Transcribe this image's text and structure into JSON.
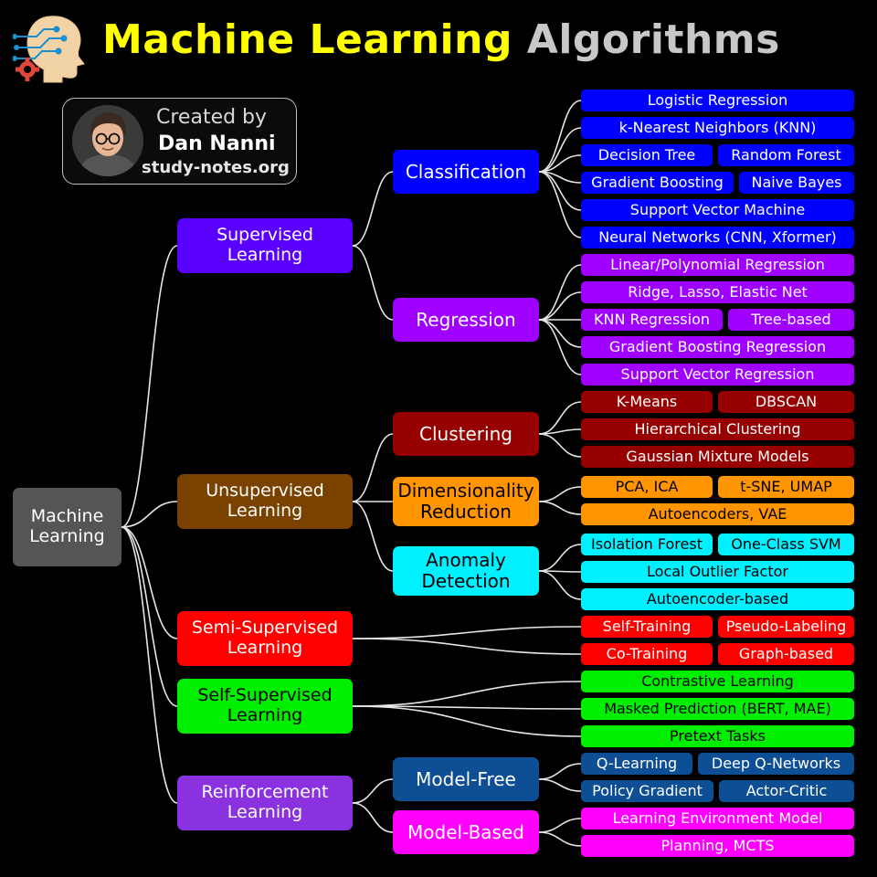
{
  "title": {
    "part1": "Machine Learning",
    "part2": "Algorithms"
  },
  "credit": {
    "line1": "Created by",
    "line2": "Dan Nanni",
    "line3": "study-notes.org"
  },
  "root": "Machine\nLearning",
  "colors": {
    "supervised": "#5a00ff",
    "classification": "#0000ff",
    "regression": "#a000ff",
    "unsupervised": "#7a4200",
    "clustering": "#960000",
    "dimensionality": "#ff9500",
    "anomaly": "#00f0ff",
    "semi": "#ff0000",
    "self": "#00ee00",
    "reinforcement": "#8a32e0",
    "model_free": "#0e4e94",
    "model_based": "#ff00ff",
    "root": "#555555"
  },
  "categories": {
    "supervised": "Supervised\nLearning",
    "unsupervised": "Unsupervised\nLearning",
    "semi": "Semi-Supervised\nLearning",
    "self": "Self-Supervised\nLearning",
    "reinforcement": "Reinforcement\nLearning"
  },
  "subcategories": {
    "classification": "Classification",
    "regression": "Regression",
    "clustering": "Clustering",
    "dimensionality": "Dimensionality\nReduction",
    "anomaly": "Anomaly\nDetection",
    "model_free": "Model-Free",
    "model_based": "Model-Based"
  },
  "leaves": {
    "c1": "Logistic Regression",
    "c2": "k-Nearest Neighbors (KNN)",
    "c3a": "Decision Tree",
    "c3b": "Random Forest",
    "c4a": "Gradient Boosting",
    "c4b": "Naive Bayes",
    "c5": "Support Vector Machine",
    "c6": "Neural Networks (CNN, Xformer)",
    "r1": "Linear/Polynomial Regression",
    "r2": "Ridge, Lasso, Elastic Net",
    "r3a": "KNN Regression",
    "r3b": "Tree-based",
    "r4": "Gradient Boosting Regression",
    "r5": "Support Vector Regression",
    "k1a": "K-Means",
    "k1b": "DBSCAN",
    "k2": "Hierarchical Clustering",
    "k3": "Gaussian Mixture Models",
    "d1a": "PCA, ICA",
    "d1b": "t-SNE, UMAP",
    "d2": "Autoencoders, VAE",
    "a1a": "Isolation Forest",
    "a1b": "One-Class SVM",
    "a2": "Local Outlier Factor",
    "a3": "Autoencoder-based",
    "s1a": "Self-Training",
    "s1b": "Pseudo-Labeling",
    "s2a": "Co-Training",
    "s2b": "Graph-based",
    "ss1": "Contrastive Learning",
    "ss2": "Masked Prediction (BERT, MAE)",
    "ss3": "Pretext Tasks",
    "mf1a": "Q-Learning",
    "mf1b": "Deep Q-Networks",
    "mf2a": "Policy Gradient",
    "mf2b": "Actor-Critic",
    "mb1": "Learning Environment Model",
    "mb2": "Planning, MCTS"
  }
}
